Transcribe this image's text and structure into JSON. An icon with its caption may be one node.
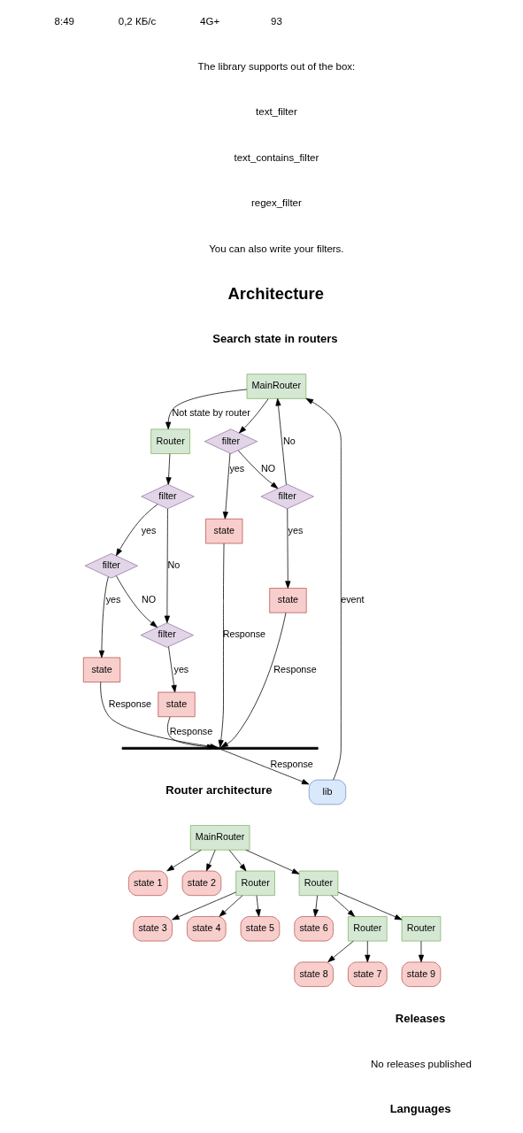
{
  "diagram": {
    "nodes": [
      {
        "text": [
          "MainRouter"
        ]
      },
      {
        "text": [
          "Router"
        ]
      },
      {
        "text": [
          "lib"
        ]
      },
      {
        "text": [
          "filter"
        ]
      },
      {
        "text": [
          "filter"
        ]
      },
      {
        "text": [
          "state"
        ]
      },
      {
        "text": [
          "state"
        ]
      },
      {
        "text": [
          "filter"
        ]
      },
      {
        "text": [
          "filter"
        ]
      },
      {
        "text": [
          "filter"
        ]
      },
      {
        "text": [
          "state"
        ]
      },
      {
        "text": [
          "state"
        ]
      },
      {
        "text": [],
        "shape": "bar"
      },
      {
        "text": [
          "MainRouter"
        ]
      },
      {
        "text": [
          "state 1"
        ]
      },
      {
        "text": [
          "state 2"
        ]
      },
      {
        "text": [
          "Router"
        ]
      },
      {
        "text": [
          "Router"
        ]
      },
      {
        "text": [
          "state 3"
        ]
      },
      {
        "text": [
          "state 4"
        ]
      },
      {
        "text": [
          "state 5"
        ]
      },
      {
        "text": [
          "state 6"
        ]
      },
      {
        "text": [
          "Router"
        ]
      },
      {
        "text": [
          "Router"
        ]
      },
      {
        "text": [
          "state 7"
        ]
      },
      {
        "text": [
          "state 8"
        ]
      },
      {
        "text": [
          "state 9"
        ]
      }
    ],
    "edges": [
      {
        "from": 2,
        "to": 0,
        "arrow": "to",
        "label": "event"
      },
      {
        "from": 0,
        "to": 1,
        "arrow": "to",
        "label": "Not state by router"
      },
      {
        "from": 0,
        "to": 3,
        "arrow": "to"
      },
      {
        "from": 3,
        "to": 4,
        "arrow": "to",
        "label": "NO"
      },
      {
        "from": 4,
        "to": 0,
        "arrow": "to",
        "label": "No"
      },
      {
        "from": 3,
        "to": 5,
        "arrow": "to",
        "label": "yes"
      },
      {
        "from": 4,
        "to": 6,
        "arrow": "to",
        "label": "yes"
      },
      {
        "from": 1,
        "to": 7,
        "arrow": "to"
      },
      {
        "from": 7,
        "to": 9,
        "arrow": "to",
        "label": "No"
      },
      {
        "from": 7,
        "to": 8,
        "arrow": "to",
        "label": "yes"
      },
      {
        "from": 8,
        "to": 9,
        "arrow": "to",
        "label": "NO"
      },
      {
        "from": 8,
        "to": 10,
        "arrow": "to",
        "label": "yes"
      },
      {
        "from": 9,
        "to": 11,
        "arrow": "to",
        "label": "yes"
      },
      {
        "from": 5,
        "to": 12,
        "arrow": "to",
        "label": "Response"
      },
      {
        "from": 6,
        "to": 12,
        "arrow": "to",
        "label": "Response"
      },
      {
        "from": 10,
        "to": 12,
        "arrow": "to",
        "label": "Response"
      },
      {
        "from": 11,
        "to": 12,
        "arrow": "to",
        "label": "Response"
      },
      {
        "from": 12,
        "to": 2,
        "arrow": "to",
        "label": "Response"
      },
      {
        "from": 13,
        "to": 14,
        "arrow": "to"
      },
      {
        "from": 13,
        "to": 15,
        "arrow": "to"
      },
      {
        "from": 13,
        "to": 16,
        "arrow": "to"
      },
      {
        "from": 13,
        "to": 17,
        "arrow": "to"
      },
      {
        "from": 16,
        "to": 18,
        "arrow": "to"
      },
      {
        "from": 16,
        "to": 19,
        "arrow": "to"
      },
      {
        "from": 16,
        "to": 20,
        "arrow": "to"
      },
      {
        "from": 17,
        "to": 21,
        "arrow": "to"
      },
      {
        "from": 17,
        "to": 22,
        "arrow": "to"
      },
      {
        "from": 17,
        "to": 23,
        "arrow": "to"
      },
      {
        "from": 22,
        "to": 24,
        "arrow": "to"
      },
      {
        "from": 22,
        "to": 25,
        "arrow": "to"
      },
      {
        "from": 23,
        "to": 26,
        "arrow": "to"
      }
    ],
    "labels": [
      "8:49",
      "0,2 КБ/с",
      "4G+",
      "93",
      "The library supports out of the box:",
      "text_filter",
      "text_contains_filter",
      "regex_filter",
      "You can also write your filters.",
      "Architecture",
      "Search state in routers",
      "Router architecture",
      "Releases",
      "No releases published",
      "Languages"
    ]
  }
}
